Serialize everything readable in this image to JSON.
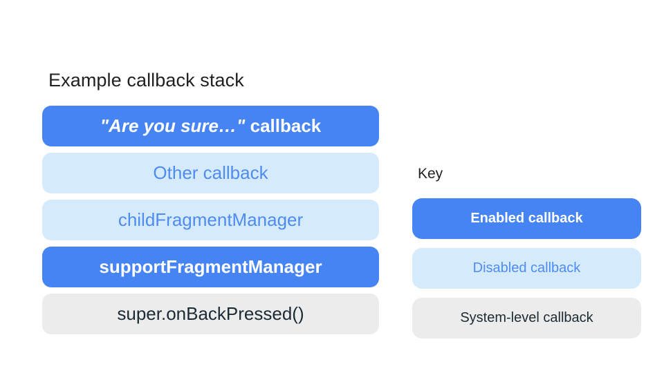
{
  "diagram": {
    "title": "Example callback stack",
    "stack": {
      "bars": [
        {
          "em": "\"Are you sure…\"",
          "rest": "callback",
          "state": "enabled"
        },
        {
          "label": "Other callback",
          "state": "disabled"
        },
        {
          "label": "childFragmentManager",
          "state": "disabled"
        },
        {
          "label": "supportFragmentManager",
          "state": "enabled"
        },
        {
          "label": "super.onBackPressed()",
          "state": "system"
        }
      ]
    },
    "key": {
      "title": "Key",
      "items": [
        {
          "label": "Enabled callback",
          "state": "enabled"
        },
        {
          "label": "Disabled callback",
          "state": "disabled"
        },
        {
          "label": "System-level callback",
          "state": "system"
        }
      ]
    }
  },
  "colors": {
    "page_bg": "#FFFFFF",
    "title_color": "#202124",
    "enabled_bg": "#4684F3",
    "enabled_text": "#FFFFFF",
    "disabled_bg": "#D5EAFB",
    "disabled_text": "#4E8CF3",
    "system_bg": "#ECECEC",
    "system_text": "#1C2B33"
  }
}
